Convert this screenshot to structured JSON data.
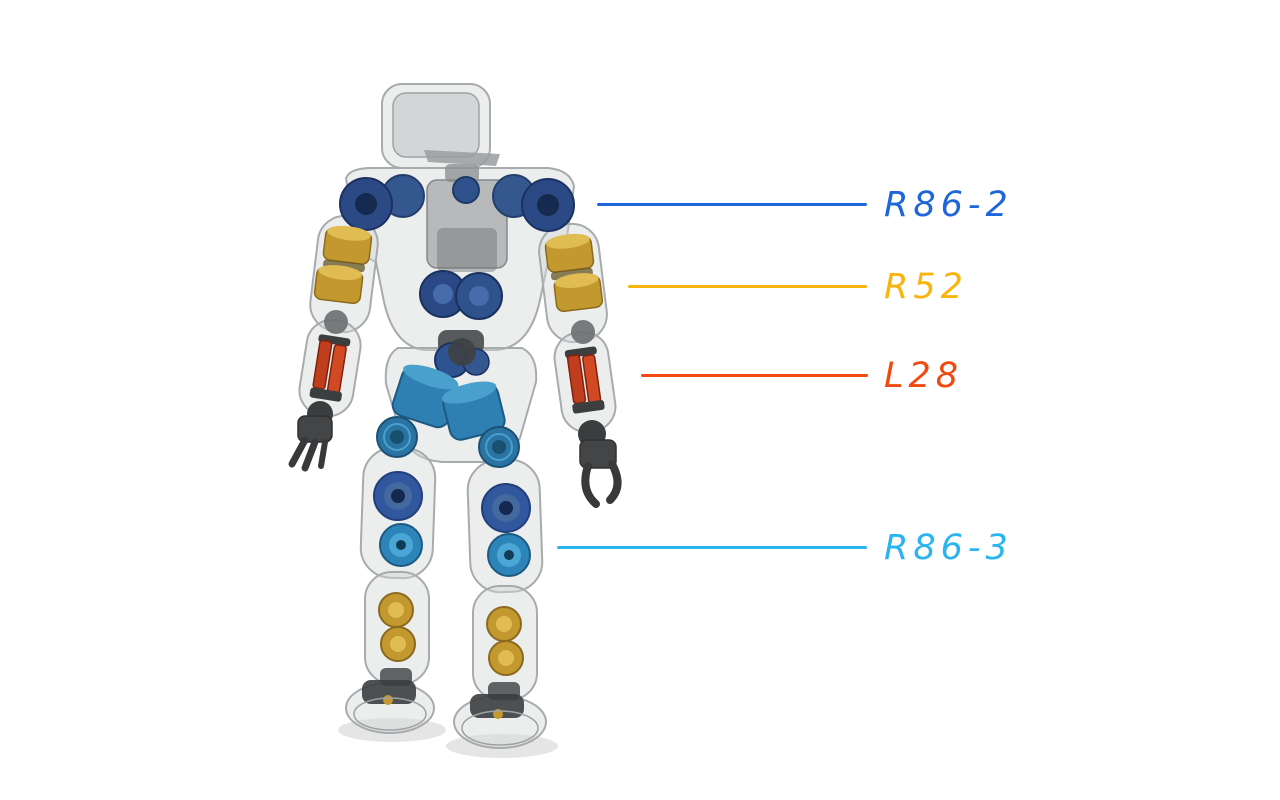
{
  "figure": {
    "background": "#ffffff",
    "subject": "Translucent humanoid robot render with internal actuators highlighted"
  },
  "robot": {
    "actuator_colors": {
      "shoulder_and_waist_navy": "#2b4a85",
      "upper_arm_gold": "#c2982f",
      "forearm_red": "#c8401f",
      "hip_and_knee_teal": "#2e7fb2",
      "shin_gold": "#c2982f",
      "shell_gray": "#d4d6d8"
    }
  },
  "callouts": [
    {
      "id": "r86-2",
      "label": "R86-2",
      "color": "#1e66d9",
      "points_to": "shoulder-actuator"
    },
    {
      "id": "r52",
      "label": "R52",
      "color": "#f9b40e",
      "points_to": "upper-arm-actuator"
    },
    {
      "id": "l28",
      "label": "L28",
      "color": "#f04a10",
      "points_to": "forearm-actuator"
    },
    {
      "id": "r86-3",
      "label": "R86-3",
      "color": "#2ab4f0",
      "points_to": "knee-actuator"
    }
  ]
}
